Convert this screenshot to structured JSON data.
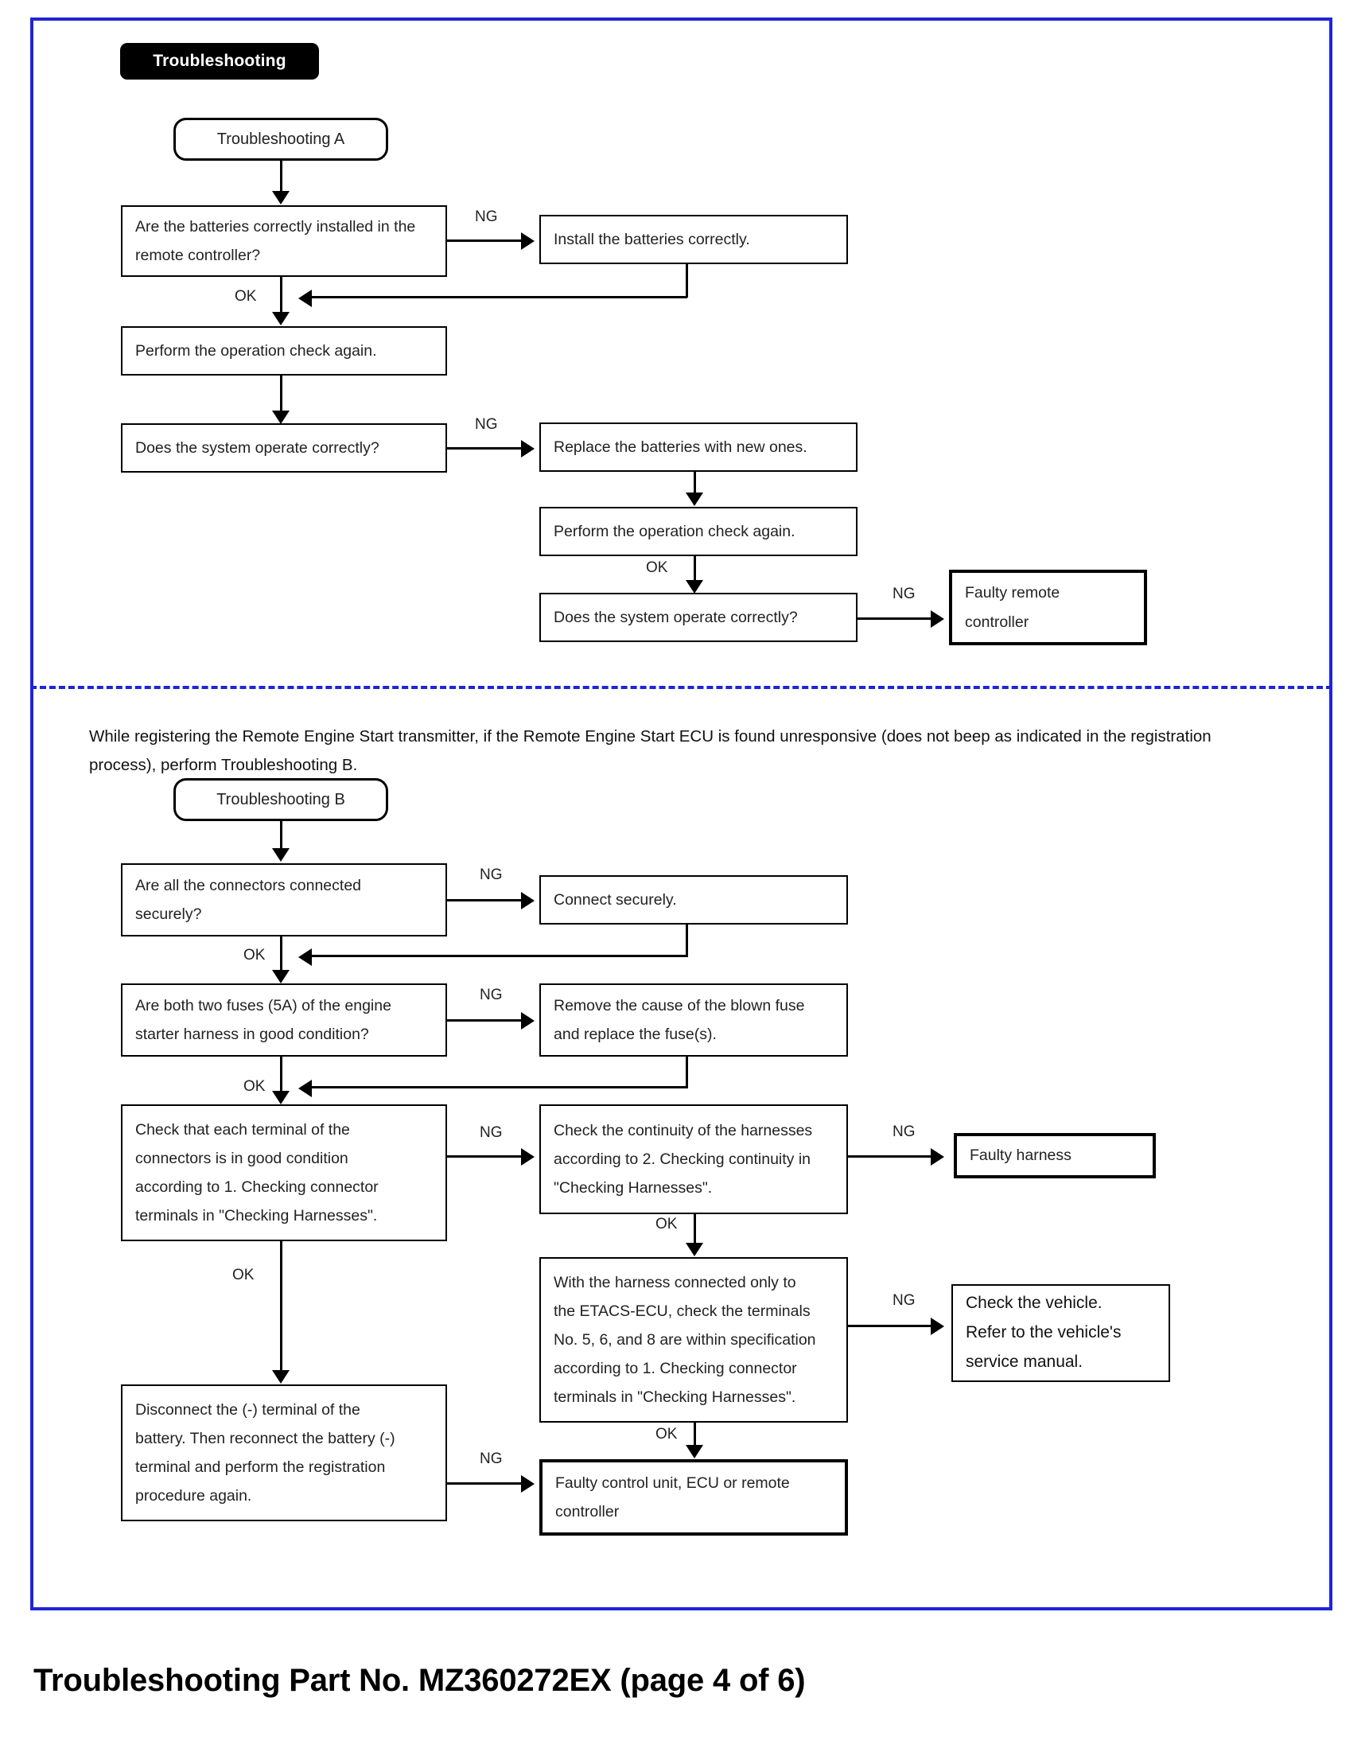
{
  "caption": "Troubleshooting Part No. MZ360272EX (page 4 of 6)",
  "section_a": {
    "chip_label": "Troubleshooting",
    "start_node": "Troubleshooting A",
    "nodes": {
      "q_batteries": "Are the batteries correctly installed in the remote controller?",
      "a_install": "Install the batteries correctly.",
      "p_check_again_1": "Perform the operation check again.",
      "q_operate_1": "Does the system operate correctly?",
      "a_replace": "Replace the batteries with new ones.",
      "p_check_again_2": "Perform the operation check again.",
      "q_operate_2": "Does the system operate correctly?",
      "t_faulty_remote_l1": "Faulty remote",
      "t_faulty_remote_l2": "controller"
    },
    "labels": {
      "ng": "NG",
      "ok": "OK"
    }
  },
  "note": {
    "line1": "While registering the Remote Engine Start transmitter, if the Remote Engine Start ECU is found unresponsive (does not beep as",
    "line2": "indicated in the registration process), perform Troubleshooting B."
  },
  "section_b": {
    "start_node": "Troubleshooting B",
    "nodes": {
      "q_connectors_l1": "Are all the connectors connected",
      "q_connectors_l2": "securely?",
      "a_connect": "Connect securely.",
      "q_fuses_l1": "Are both two fuses (5A) of the engine",
      "q_fuses_l2": "starter harness in good condition?",
      "a_fuse_l1": "Remove the cause of the blown fuse",
      "a_fuse_l2": "and replace the fuse(s).",
      "q_terminals_l1": "Check that each terminal of the",
      "q_terminals_l2": "connectors is in good condition",
      "q_terminals_l3": "according to 1. Checking connector",
      "q_terminals_l4": "terminals in \"Checking Harnesses\".",
      "q_continuity_l1": "Check the continuity of the harnesses",
      "q_continuity_l2": "according to 2. Checking continuity in",
      "q_continuity_l3": "\"Checking Harnesses\".",
      "t_faulty_harness": "Faulty harness",
      "q_etacs_l1": "With the harness connected only to",
      "q_etacs_l2": "the ETACS-ECU, check the terminals",
      "q_etacs_l3": "No. 5, 6, and 8 are within specification",
      "q_etacs_l4": "according to 1. Checking connector",
      "q_etacs_l5": "terminals in \"Checking Harnesses\".",
      "t_vehicle_l1": "Check the vehicle.",
      "t_vehicle_l2": "Refer to the vehicle's",
      "t_vehicle_l3": "service manual.",
      "a_disconnect_l1": "Disconnect the (-) terminal of the",
      "a_disconnect_l2": "battery. Then reconnect the battery (-)",
      "a_disconnect_l3": "terminal and perform the registration",
      "a_disconnect_l4": "procedure again.",
      "t_faulty_unit_l1": "Faulty control unit, ECU or remote",
      "t_faulty_unit_l2": "controller"
    },
    "labels": {
      "ng": "NG",
      "ok": "OK"
    }
  },
  "colors": {
    "frame": "#1f24d8",
    "ink": "#000000",
    "paper": "#ffffff"
  }
}
